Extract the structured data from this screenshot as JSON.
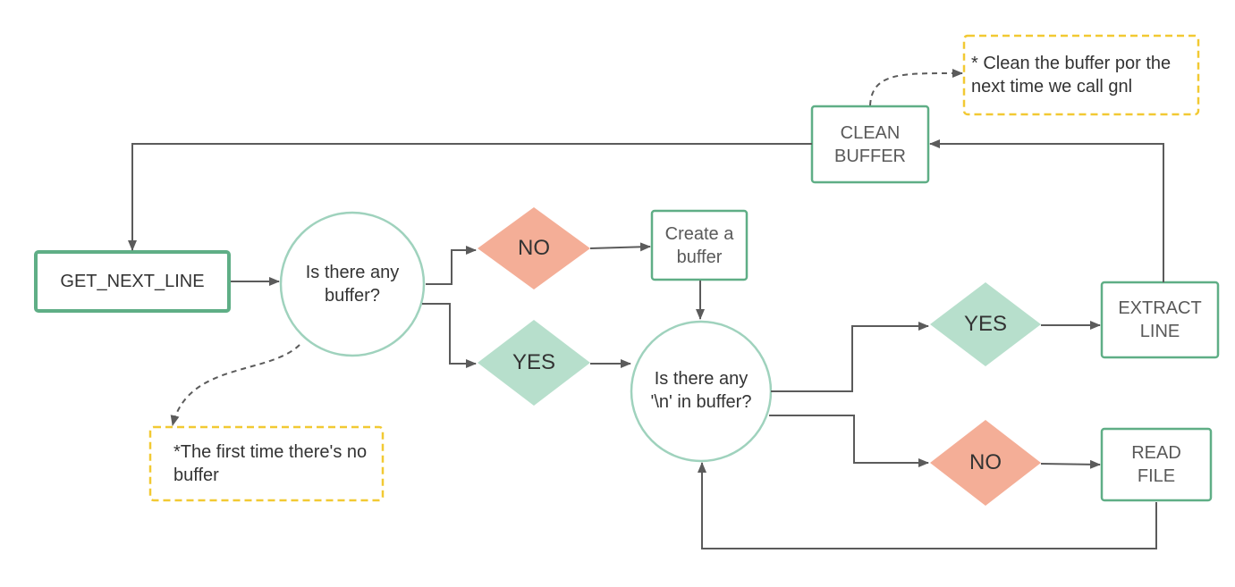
{
  "colors": {
    "green_stroke": "#5fae86",
    "light_green_stroke": "#9fd2bd",
    "yes_fill": "#b7dfcc",
    "no_fill": "#f4ae97",
    "note_border": "#f2c933",
    "arrow": "#5b5b5b",
    "text_dark": "#333333",
    "text_gray": "#595959"
  },
  "nodes": {
    "start": "GET_NEXT_LINE",
    "q_buffer": "Is there any buffer?",
    "no_1": "NO",
    "yes_1": "YES",
    "create_buffer": "Create a buffer",
    "q_newline": "Is there any '\\n' in buffer?",
    "yes_2": "YES",
    "no_2": "NO",
    "extract_line": "EXTRACT LINE",
    "read_file": "READ FILE",
    "clean_buffer": "CLEAN BUFFER"
  },
  "notes": {
    "first_time": "*The first time there's no buffer",
    "clean_note": "* Clean the buffer por the next time we call gnl"
  }
}
